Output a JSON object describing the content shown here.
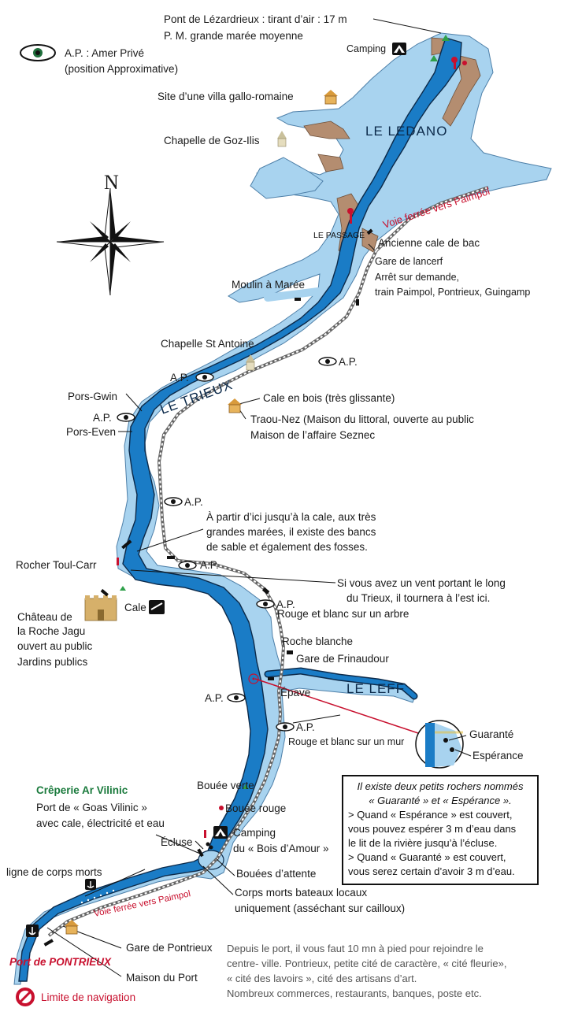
{
  "legend": {
    "ap_line1": "A.P. : Amer Privé",
    "ap_line2": "(position Approximative)"
  },
  "compass": {
    "north": "N"
  },
  "places": {
    "pont_line1": "Pont de Lézardrieux : tirant d’air : 17 m",
    "pont_line2": "P. M. grande marée moyenne",
    "camping_top": "Camping",
    "villa": "Site d’une villa gallo-romaine",
    "chapelle_goz": "Chapelle de Goz-Ilis",
    "ledano": "LE LEDANO",
    "rail_paimpol_top": "Voie ferrée vers Paimpol",
    "le_passage": "LE PASSAGE",
    "cale_bac": "Ancienne cale de bac",
    "gare_lancerf": "Gare de lancerf",
    "arret_line1": "Arrêt sur demande,",
    "arret_line2": "train Paimpol, Pontrieux, Guingamp",
    "moulin": "Moulin à Marée",
    "chapelle_antoine": "Chapelle St Antoine",
    "ap": "A.P.",
    "pors_gwin": "Pors-Gwin",
    "pors_even": "Pors-Even",
    "le_trieux": "LE TRIEUX",
    "cale_bois": "Cale en bois (très glissante)",
    "traou_line1": "Traou-Nez (Maison du littoral, ouverte au public",
    "traou_line2": "Maison de l’affaire Seznec",
    "bancs_line1": "À partir d’ici jusqu’à la cale, aux très",
    "bancs_line2": "grandes marées, il existe des bancs",
    "bancs_line3": "de sable et également des fosses.",
    "rocher_toul": "Rocher Toul-Carr",
    "vent_line1": "Si vous avez un vent portant le long",
    "vent_line2": "du Trieux, il tournera à l’est ici.",
    "chateau_line1": "Château de",
    "chateau_line2": "la Roche Jagu",
    "chateau_line3": "ouvert au public",
    "chateau_line4": "Jardins publics",
    "cale": "Cale",
    "rouge_blanc_arbre": "Rouge et blanc sur un arbre",
    "roche_blanche": "Roche blanche",
    "gare_frinaudour": "Gare de Frinaudour",
    "epave": "Épave",
    "le_leff": "LE LEFF",
    "rouge_blanc_mur": "Rouge et blanc sur un mur",
    "guarante": "Guaranté",
    "esperance": "Espérance",
    "creperie": "Crêperie Ar Vilinic",
    "goas_line1": "Port de « Goas Vilinic »",
    "goas_line2": "avec cale, électricité et eau",
    "bouee_verte": "Bouée verte",
    "bouee_rouge": "Bouée rouge",
    "ecluse": "Écluse",
    "camping_bois_line1": "Camping",
    "camping_bois_line2": "du « Bois d’Amour »",
    "bouees_attente": "Bouées d’attente",
    "corps_morts_ligne": "ligne de corps morts",
    "rail_paimpol_bottom": "Voie ferrée vers Paimpol",
    "corps_locaux_line1": "Corps morts bateaux locaux",
    "corps_locaux_line2": "uniquement (asséchant sur cailloux)",
    "gare_pontrieux": "Gare de Pontrieux",
    "port_pontrieux": "Port de PONTRIEUX",
    "maison_port": "Maison du Port",
    "limite": "Limite de navigation"
  },
  "info_box": {
    "line1": "Il existe deux petits rochers nommés",
    "line2": "« Guaranté » et « Espérance ».",
    "line3": "> Quand « Espérance » est couvert,",
    "line4": "vous pouvez espérer 3 m d’eau dans",
    "line5": "le lit de la rivière jusqu’à l’écluse.",
    "line6": "> Quand « Guaranté » est couvert,",
    "line7": "vous serez certain d’avoir 3 m d’eau."
  },
  "bottom_text": {
    "line1": "Depuis le port, il vous faut 10 mn à pied pour rejoindre le",
    "line2": "centre- ville. Pontrieux, petite cité de caractère, « cité fleurie»,",
    "line3": "« cité des lavoirs », cité des artisans d’art.",
    "line4": "Nombreux commerces, restaurants, banques, poste etc."
  },
  "colors": {
    "estuary_light": "#a8d3ef",
    "channel_dark": "#1a7cc6",
    "outline": "#0c2a4a",
    "mudflat": "#b48d70",
    "railway": "#666666",
    "accent_red": "#c8102e",
    "creperie_green": "#1a7a3c"
  }
}
